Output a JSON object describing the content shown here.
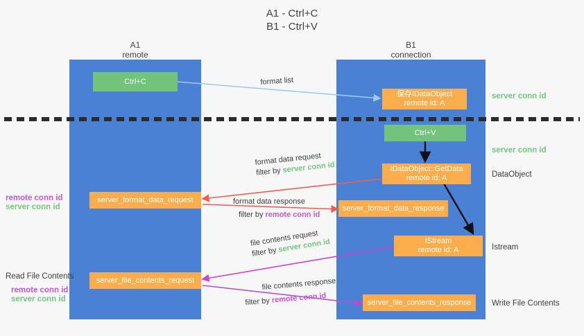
{
  "title": {
    "line1": "A1 - Ctrl+C",
    "line2": "B1 - Ctrl+V"
  },
  "columns": [
    {
      "name": "A1",
      "sub": "remote"
    },
    {
      "name": "B1",
      "sub": "connection"
    }
  ],
  "nodes": {
    "ctrl_c": {
      "label": "Ctrl+C"
    },
    "ctrl_v": {
      "label": "Ctrl+V"
    },
    "save_idataobject": {
      "line1": "保存IDataObject",
      "line2": "remote id: A"
    },
    "getdata": {
      "line1": "IDataObject::GetData",
      "line2": "remote id: A"
    },
    "istream": {
      "line1": "IStream",
      "line2": "remote id: A"
    },
    "fmt_req": {
      "label": "server_format_data_request"
    },
    "fmt_resp": {
      "label": "server_format_data_response"
    },
    "file_req": {
      "label": "server_file_contents_request"
    },
    "file_resp": {
      "label": "server_file_contents_response"
    }
  },
  "right_labels": {
    "server_conn_id_1": "server conn id",
    "server_conn_id_2": "server conn id",
    "dataobject": "DataObject",
    "istream": "Istream",
    "write_file_contents": "Write File Contents"
  },
  "left_labels": {
    "remote_conn_id_1": "remote conn id",
    "server_conn_id_1": "server conn id",
    "read_file_contents": "Read File Contents",
    "remote_conn_id_2": "remote conn id",
    "server_conn_id_2": "server conn id"
  },
  "edges": {
    "format_list": "format list",
    "format_data_request": "format data request",
    "format_data_request_filter_prefix": "filter by ",
    "format_data_request_filter_value": "server conn id",
    "format_data_response": "format data response",
    "format_data_response_filter_prefix": "filter by ",
    "format_data_response_filter_value": "remote conn id",
    "file_contents_request": "file contents request",
    "file_contents_request_filter_prefix": "filter by ",
    "file_contents_request_filter_value": "server conn id",
    "file_contents_response": "file contents response",
    "file_contents_response_filter_prefix": "filter by ",
    "file_contents_response_filter_value": "remote conn id"
  },
  "colors": {
    "lane": "#4a81d4",
    "green": "#72c37b",
    "orange": "#fbad4b",
    "green_text": "#73c67e",
    "magenta_text": "#c455d6",
    "light_blue_arrow": "#9ecbec",
    "red_arrow": "#ef5d52",
    "magenta_arrow": "#cf3fcf",
    "purple_arrow": "#a martin"
  }
}
